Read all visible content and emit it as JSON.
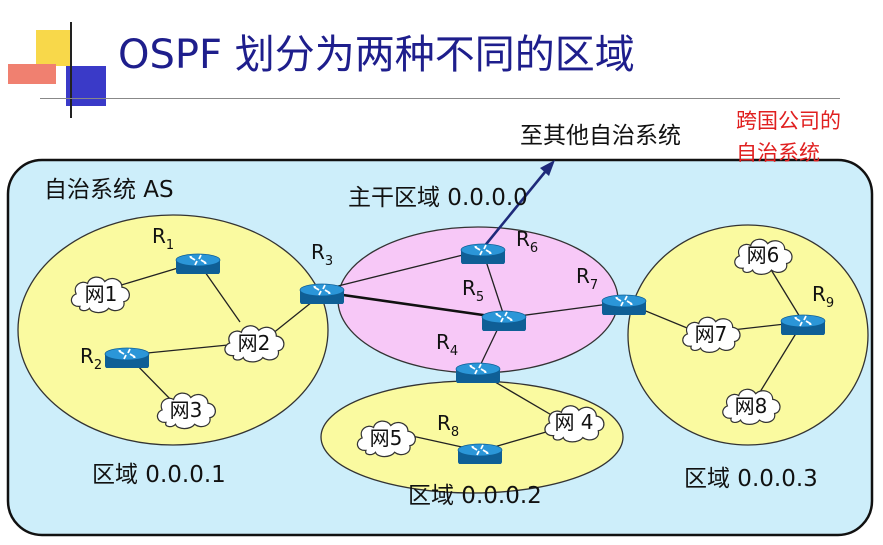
{
  "title": "OSPF 划分为两种不同的区域",
  "as_label": "自治系统 AS",
  "to_other_as": "至其他自治系统",
  "multinational": [
    "跨国公司的",
    "自治系统"
  ],
  "areas": {
    "backbone": "主干区域 0.0.0.0",
    "area1": "区域 0.0.0.1",
    "area2": "区域 0.0.0.2",
    "area3": "区域 0.0.0.3"
  },
  "routers": {
    "R1": {
      "label": "R",
      "sub": "1"
    },
    "R2": {
      "label": "R",
      "sub": "2"
    },
    "R3": {
      "label": "R",
      "sub": "3"
    },
    "R4": {
      "label": "R",
      "sub": "4"
    },
    "R5": {
      "label": "R",
      "sub": "5"
    },
    "R6": {
      "label": "R",
      "sub": "6"
    },
    "R7": {
      "label": "R",
      "sub": "7"
    },
    "R8": {
      "label": "R",
      "sub": "8"
    },
    "R9": {
      "label": "R",
      "sub": "9"
    }
  },
  "networks": {
    "N1": "网1",
    "N2": "网2",
    "N3": "网3",
    "N4": "网 4",
    "N5": "网5",
    "N6": "网6",
    "N7": "网7",
    "N8": "网8"
  },
  "colors": {
    "title": "#1e1e8c",
    "as_fill": "#cdeefa",
    "area_fill": "#fafaa0",
    "backbone_fill": "#f7c8f7",
    "router": "#1c7ec0",
    "highlight_text": "#e02020"
  }
}
